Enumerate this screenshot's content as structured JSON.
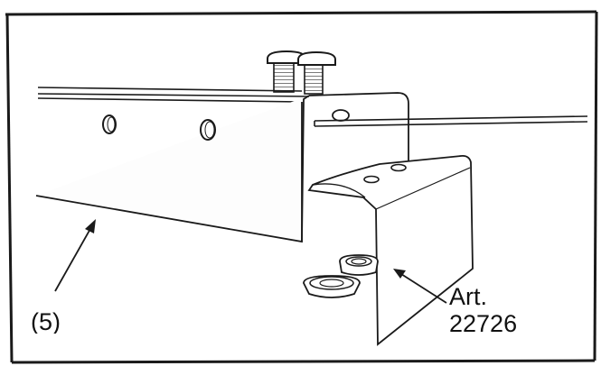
{
  "labels": {
    "part_5": "(5)",
    "art_line1": "Art.",
    "art_line2": "22726"
  },
  "colors": {
    "ink": "#1a1a1a",
    "paper": "#ffffff",
    "shade": "#f3f3f3"
  }
}
